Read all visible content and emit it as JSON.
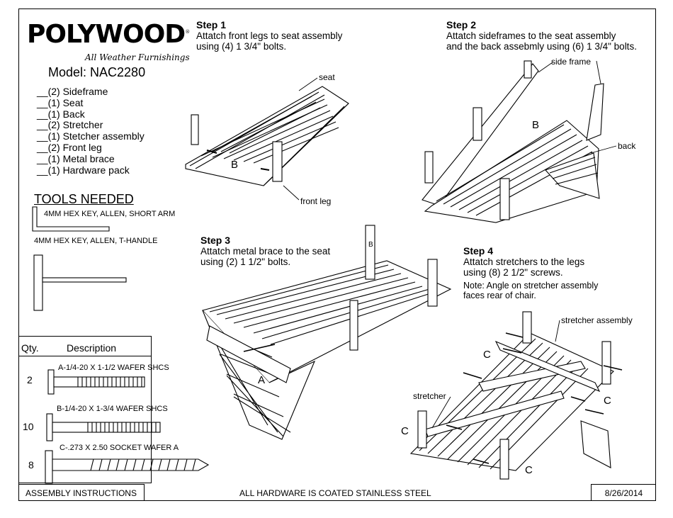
{
  "header": {
    "brand": "POLYWOOD",
    "brand_mark": "®",
    "tagline": "All Weather Furnishings",
    "model": "Model: NAC2280"
  },
  "parts": [
    "__(2) Sideframe",
    "__(1) Seat",
    "__(1) Back",
    "__(2) Stretcher",
    "__(1) Stetcher assembly",
    "__(2) Front leg",
    "__(1) Metal brace",
    "__(1) Hardware pack"
  ],
  "tools": {
    "title": "TOOLS NEEDED",
    "items": [
      "4MM HEX KEY, ALLEN, SHORT ARM",
      "4MM HEX KEY, ALLEN, T-HANDLE"
    ]
  },
  "hardware": {
    "qty_header": "Qty.",
    "desc_header": "Description",
    "rows": [
      {
        "qty": "2",
        "desc": "A-1/4-20 X 1-1/2 WAFER SHCS"
      },
      {
        "qty": "10",
        "desc": "B-1/4-20 X 1-3/4 WAFER SHCS"
      },
      {
        "qty": "8",
        "desc": "C-.273 X 2.50 SOCKET WAFER A"
      }
    ]
  },
  "steps": [
    {
      "title": "Step 1",
      "text": [
        "Attatch front legs to seat assembly",
        "using (4) 1 3/4\" bolts."
      ]
    },
    {
      "title": "Step 2",
      "text": [
        "Attatch sideframes to the seat assembly",
        "and the back assebmly using (6) 1 3/4\" bolts."
      ]
    },
    {
      "title": "Step 3",
      "text": [
        "Attatch metal brace to the seat",
        "using (2) 1 1/2\" bolts."
      ]
    },
    {
      "title": "Step 4",
      "text": [
        "Attatch stretchers to the legs",
        "using (8) 2 1/2\" screws."
      ],
      "note": [
        "Note: Angle on stretcher assembly",
        "faces rear of chair."
      ]
    }
  ],
  "callouts": {
    "seat": "seat",
    "front_leg": "front leg",
    "side_frame": "side frame",
    "back": "back",
    "stretcher_assembly": "stretcher assembly",
    "stretcher": "stretcher",
    "B": "B",
    "A": "A",
    "C": "C",
    "leg_mark": "B"
  },
  "footer": {
    "left": "ASSEMBLY INSTRUCTIONS",
    "center": "ALL HARDWARE IS COATED STAINLESS STEEL",
    "date": "8/26/2014"
  }
}
